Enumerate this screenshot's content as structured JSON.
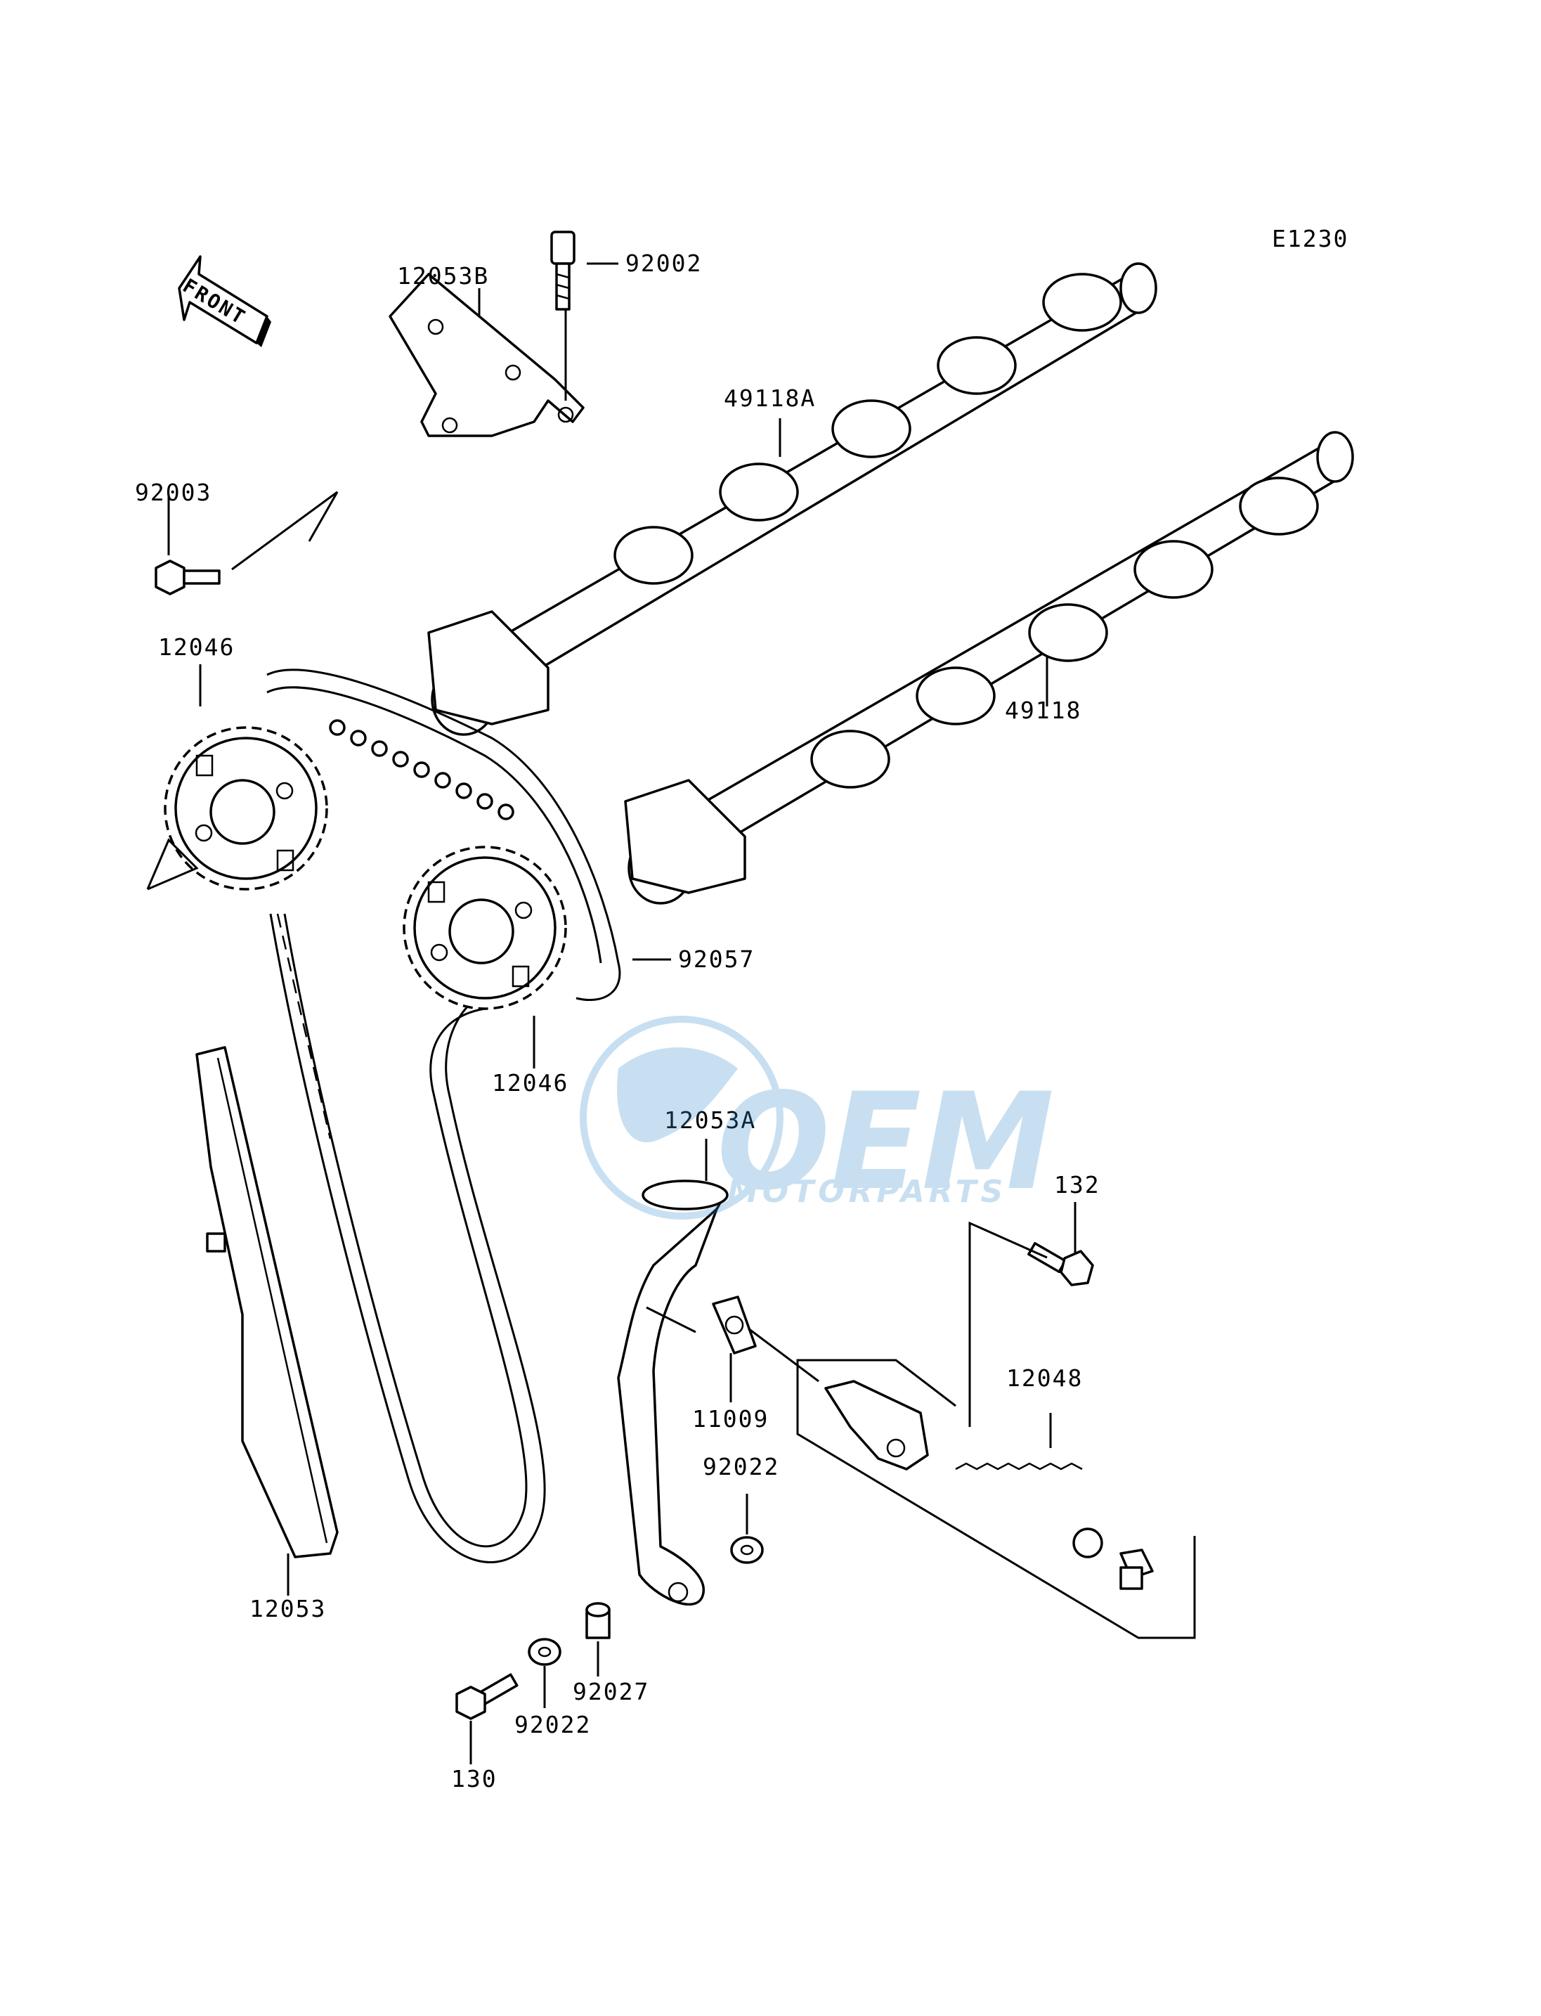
{
  "diagram": {
    "code": "E1230",
    "front_label": "FRONT",
    "watermark": {
      "brand": "OEM",
      "sub": "MOTORPARTS",
      "color": "#3a8fd0"
    },
    "part_labels": [
      "12053B",
      "92002",
      "92003",
      "49118A",
      "12046",
      "49118",
      "92057",
      "12046",
      "12053A",
      "132",
      "11009",
      "12048",
      "92022",
      "12053",
      "92027",
      "92022",
      "130"
    ]
  }
}
